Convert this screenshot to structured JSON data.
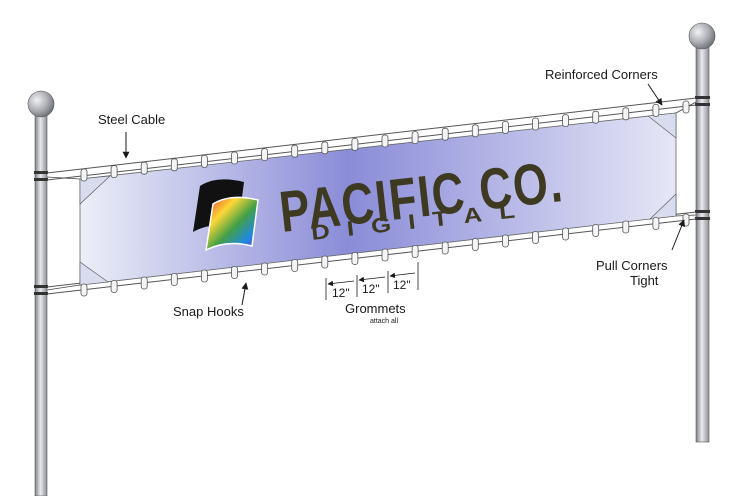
{
  "labels": {
    "steel_cable": "Steel Cable",
    "reinforced_corners": "Reinforced Corners",
    "snap_hooks": "Snap Hooks",
    "grommets": "Grommets",
    "grommets_note": "attach all",
    "pull_corners_line1": "Pull Corners",
    "pull_corners_line2": "Tight"
  },
  "dimensions": [
    "12\"",
    "12\"",
    "12\""
  ],
  "banner": {
    "brand_line1": "PACIFIC CO.",
    "brand_line2": "DIGITAL"
  },
  "colors": {
    "banner_center": "#8a8cd8",
    "banner_edge": "#eceef8",
    "brand_text": "#3e3a22",
    "pole": "#a8aab0"
  }
}
